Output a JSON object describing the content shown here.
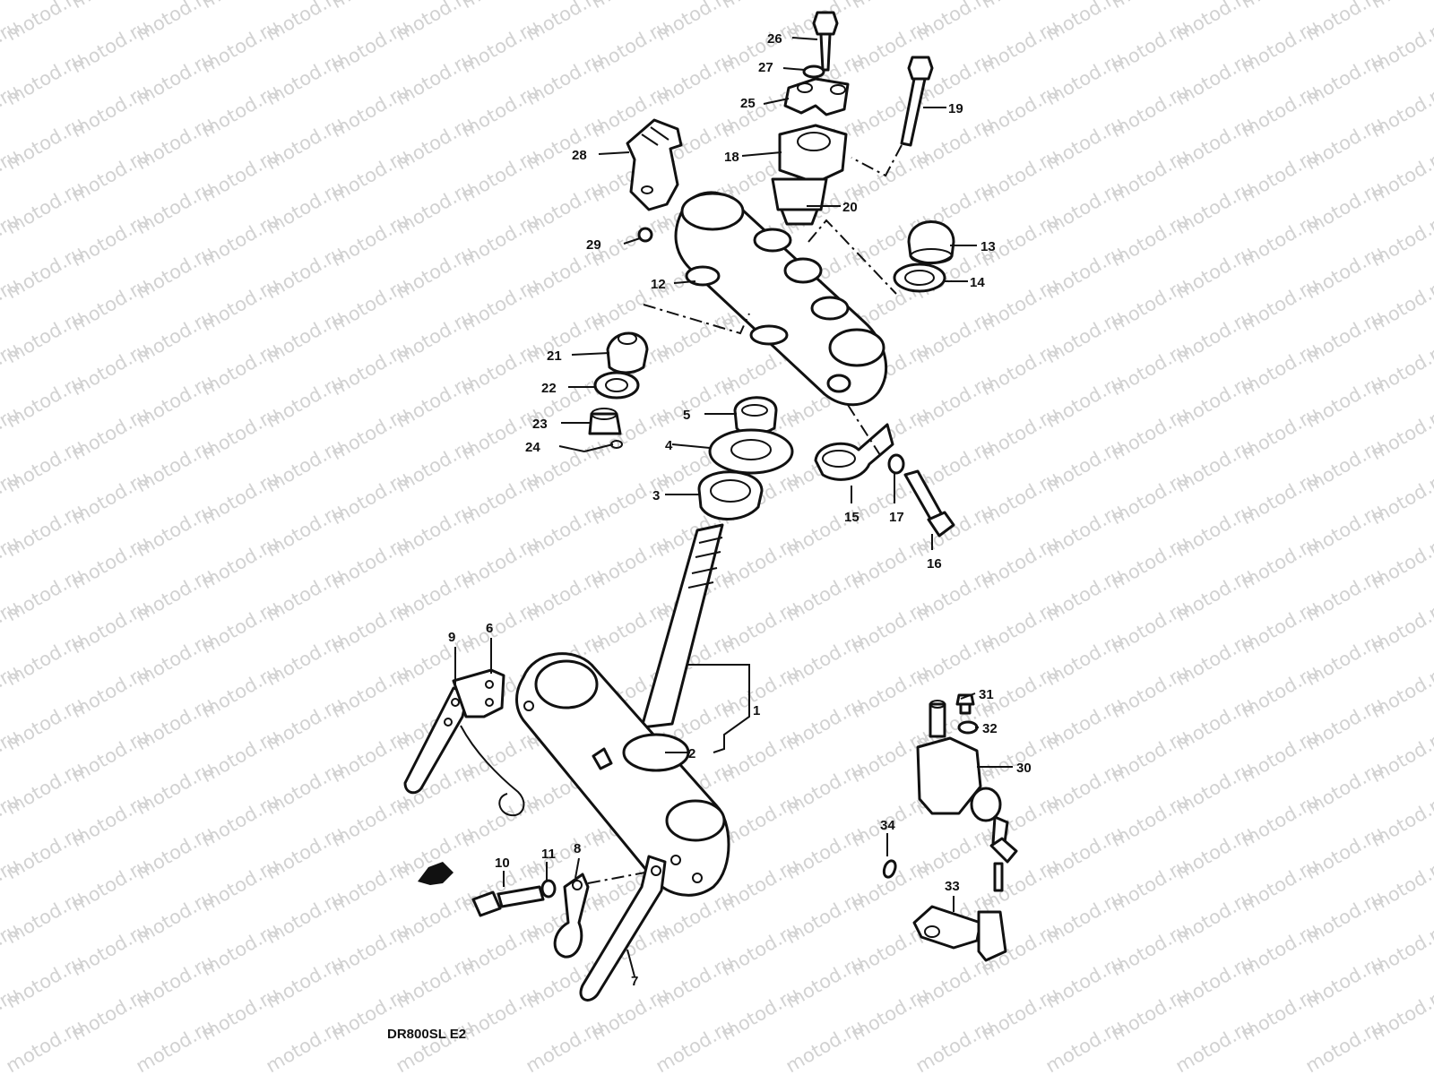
{
  "watermark": {
    "text": "motod.ru"
  },
  "diagram_code": "DR800SL E2",
  "callouts": [
    {
      "id": "c26",
      "label": "26"
    },
    {
      "id": "c27",
      "label": "27"
    },
    {
      "id": "c25",
      "label": "25"
    },
    {
      "id": "c19",
      "label": "19"
    },
    {
      "id": "c28",
      "label": "28"
    },
    {
      "id": "c18",
      "label": "18"
    },
    {
      "id": "c20",
      "label": "20"
    },
    {
      "id": "c29",
      "label": "29"
    },
    {
      "id": "c13",
      "label": "13"
    },
    {
      "id": "c14",
      "label": "14"
    },
    {
      "id": "c12",
      "label": "12"
    },
    {
      "id": "c21",
      "label": "21"
    },
    {
      "id": "c22",
      "label": "22"
    },
    {
      "id": "c23",
      "label": "23"
    },
    {
      "id": "c24",
      "label": "24"
    },
    {
      "id": "c5",
      "label": "5"
    },
    {
      "id": "c4",
      "label": "4"
    },
    {
      "id": "c3",
      "label": "3"
    },
    {
      "id": "c15",
      "label": "15"
    },
    {
      "id": "c17",
      "label": "17"
    },
    {
      "id": "c16",
      "label": "16"
    },
    {
      "id": "c9",
      "label": "9"
    },
    {
      "id": "c6",
      "label": "6"
    },
    {
      "id": "c1",
      "label": "1"
    },
    {
      "id": "c2",
      "label": "2"
    },
    {
      "id": "c31",
      "label": "31"
    },
    {
      "id": "c32",
      "label": "32"
    },
    {
      "id": "c30",
      "label": "30"
    },
    {
      "id": "c34",
      "label": "34"
    },
    {
      "id": "c33",
      "label": "33"
    },
    {
      "id": "c10",
      "label": "10"
    },
    {
      "id": "c11",
      "label": "11"
    },
    {
      "id": "c8",
      "label": "8"
    },
    {
      "id": "c7",
      "label": "7"
    }
  ]
}
